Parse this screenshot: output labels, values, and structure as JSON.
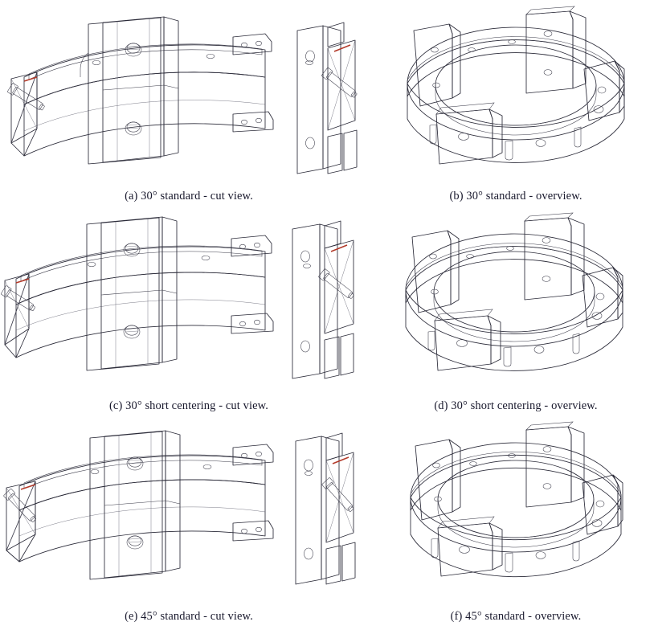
{
  "figure": {
    "layout": "2 columns x 3 rows",
    "background_color": "#ffffff",
    "caption_color": "#1a1a2e"
  },
  "palette": {
    "highlight": "#f3f5f8",
    "light": "#dfe4ec",
    "mid_light": "#c3cad8",
    "mid": "#a3acbe",
    "mid_dark": "#8b94a8",
    "dark": "#737d92",
    "darker": "#5e687c",
    "shadow": "#4b footer",
    "outline": "#2a2a38",
    "bolt_body": "#8d8d84",
    "bolt_accent": "#b23a2a",
    "hole_dark": "#6e7688"
  },
  "subfigures": [
    {
      "id": "a",
      "label": "(a)",
      "caption": "(a) 30° standard - cut view.",
      "angle": "30°",
      "variant": "standard",
      "view": "cut view",
      "type": "cut"
    },
    {
      "id": "b",
      "label": "(b)",
      "caption": "(b) 30° standard - overview.",
      "angle": "30°",
      "variant": "standard",
      "view": "overview",
      "type": "ring"
    },
    {
      "id": "c",
      "label": "(c)",
      "caption": "(c) 30° short centering - cut view.",
      "angle": "30°",
      "variant": "short centering",
      "view": "cut view",
      "type": "cut"
    },
    {
      "id": "d",
      "label": "(d)",
      "caption": "(d) 30° short centering - overview.",
      "angle": "30°",
      "variant": "short centering",
      "view": "overview",
      "type": "ring"
    },
    {
      "id": "e",
      "label": "(e)",
      "caption": "(e) 45° standard - cut view.",
      "angle": "45°",
      "variant": "standard",
      "view": "cut view",
      "type": "cut"
    },
    {
      "id": "f",
      "label": "(f)",
      "caption": "(f) 45° standard - overview.",
      "angle": "45°",
      "variant": "standard",
      "view": "overview",
      "type": "ring"
    }
  ]
}
